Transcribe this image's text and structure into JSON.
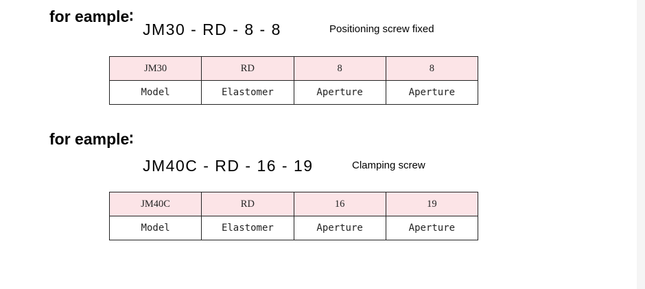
{
  "example1": {
    "heading": "for eample∶",
    "code": "JM30 - RD - 8 - 8",
    "note": "Positioning screw fixed",
    "values": [
      "JM30",
      "RD",
      "8",
      "8"
    ],
    "labels": [
      "Model",
      "Elastomer",
      "Aperture",
      "Aperture"
    ]
  },
  "example2": {
    "heading": "for eample∶",
    "code": "JM40C - RD - 16 - 19",
    "note": "Clamping screw",
    "values": [
      "JM40C",
      "RD",
      "16",
      "19"
    ],
    "labels": [
      "Model",
      "Elastomer",
      "Aperture",
      "Aperture"
    ]
  }
}
